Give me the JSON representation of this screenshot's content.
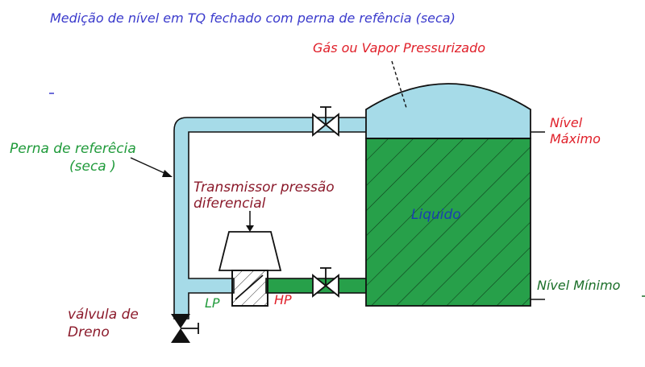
{
  "title": "Medição de nível em TQ fechado com  perna de refência (seca)",
  "labels": {
    "gas": "Gás ou  Vapor Pressurizado",
    "leg_line1": "Perna de referêcia",
    "leg_line2": "(seca )",
    "transmitter_line1": "Transmissor pressão",
    "transmitter_line2": "diferencial",
    "level_max_line1": "Nível",
    "level_max_line2": "Máximo",
    "level_min": "Nível Mínimo",
    "liquid": "Liquido",
    "lp": "LP",
    "hp": "HP",
    "drain_line1": "válvula de",
    "drain_line2": "Dreno"
  },
  "colors": {
    "title": "#3a3acc",
    "gas_text": "#e0202a",
    "green_text": "#1f9a3a",
    "maroon_text": "#8b1a2b",
    "level_text": "#1a6e28",
    "pipe": "#a6dbe8",
    "liquid": "#27a04a",
    "outline": "#111111"
  }
}
